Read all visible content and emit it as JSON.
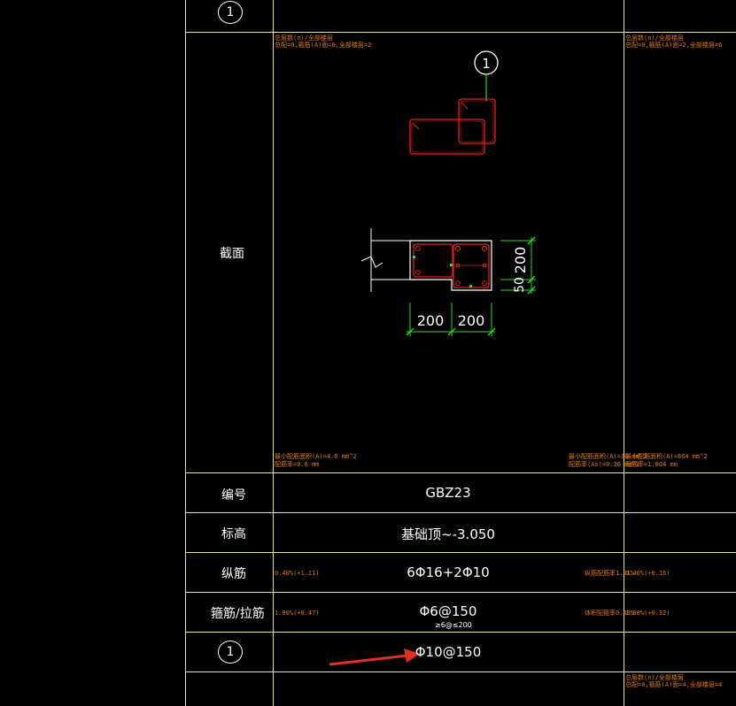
{
  "table": {
    "marker_top": "1",
    "row_section": {
      "label": "截面"
    },
    "row_id": {
      "label": "编号",
      "value": "GBZ23"
    },
    "row_elev": {
      "label": "标高",
      "value": "基础顶~-3.050"
    },
    "row_long": {
      "label": "纵筋",
      "value": "6Φ16+2Φ10"
    },
    "row_stir": {
      "label": "箍筋/拉筋",
      "value": "Φ6@150",
      "sub": "≥6@≤200"
    },
    "row_marker": {
      "marker": "1",
      "value": "Φ10@150"
    }
  },
  "notes": {
    "top_left_1": "总层数(n)/全部楼层",
    "top_left_2": "总配=0,箍筋(A)面=0,全部楼层=2",
    "top_right_1": "总层数(n)/全部楼层",
    "top_right_2": "总配=0,箍筋(A)面=2,全部楼层=6",
    "bottom_left_1": "最小配筋面积(A)=4.6 mm^2",
    "bottom_left_2": "配筋率=0.6 mm",
    "bottom_mid_1": "最小配筋面积(A)=30 mm^2",
    "bottom_mid_2": "配筋率(As)=0.36 mm^2",
    "bottom_right_1": "最小配筋面积(A)=864 mm^2",
    "bottom_right_2": "配筋率=1.804 mm",
    "long_left": "0.40%(+1.11)",
    "long_right_1": "纵筋配筋率1.51%",
    "long_right_2": "0.40%(+0.16)",
    "stir_left": "1.00%(+0.47)",
    "stir_right_1": "体积配箍率0.43%",
    "stir_right_2": "1.00%(+0.32)",
    "bottom_row_1": "总层数(n)/全部楼层",
    "bottom_row_2": "总配=0,箍筋(A)面=4,全部楼层=4"
  },
  "drawing": {
    "section_marker": "1",
    "dim_w1": "200",
    "dim_w2": "200",
    "dim_h1": "200",
    "dim_h2": "50"
  },
  "colors": {
    "grid": "#e8e4a0",
    "rebar": "#e02020",
    "dimension": "#20e020",
    "note": "#e07a10",
    "arrow": "#e03020"
  }
}
